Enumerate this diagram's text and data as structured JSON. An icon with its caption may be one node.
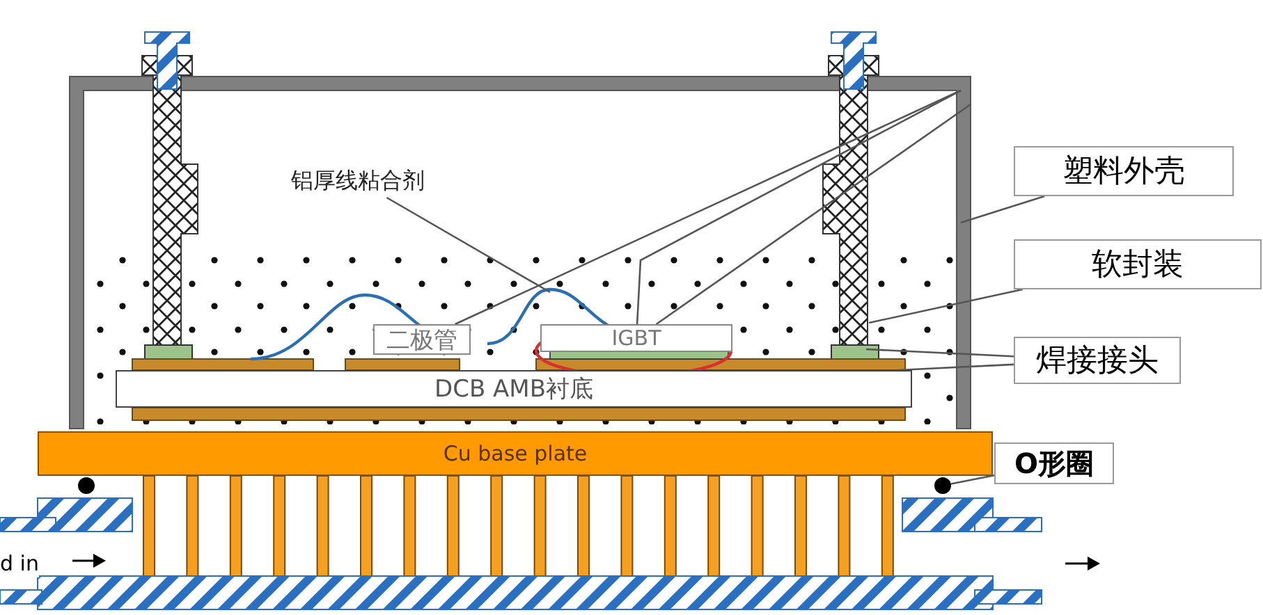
{
  "diagram": {
    "nodes": [
      {
        "text": [
          "塑料外壳"
        ]
      },
      {
        "text": [
          "软封装"
        ]
      },
      {
        "text": [
          "焊接接头"
        ]
      },
      {
        "text": [
          "O形圈"
        ]
      },
      {
        "text": [
          "铝厚线粘合剂"
        ]
      },
      {
        "text": [
          "二极管"
        ]
      },
      {
        "text": [
          "IGBT"
        ]
      },
      {
        "text": [
          "DCB AMB衬底"
        ]
      },
      {
        "text": [
          "Cu base plate"
        ]
      },
      {
        "text": [],
        "shape": "circle"
      },
      {
        "text": [],
        "shape": "circle"
      }
    ],
    "edges": [
      {
        "from": 4,
        "to": null,
        "arrow": "none"
      },
      {
        "from": 0,
        "to": null,
        "arrow": "none"
      },
      {
        "from": 1,
        "to": null,
        "arrow": "none"
      },
      {
        "from": 2,
        "to": null,
        "arrow": "none"
      },
      {
        "from": 2,
        "to": 7,
        "arrow": "none"
      },
      {
        "from": 3,
        "to": 10,
        "arrow": "none"
      },
      {
        "from": null,
        "to": 5,
        "arrow": "none"
      },
      {
        "from": null,
        "to": 6,
        "arrow": "none"
      },
      {
        "from": null,
        "to": 6,
        "arrow": "none"
      }
    ],
    "labels": [
      "d in"
    ]
  }
}
